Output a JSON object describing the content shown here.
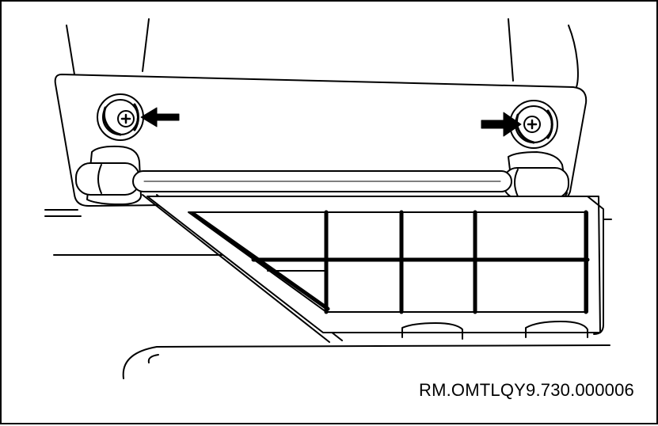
{
  "figure": {
    "reference_code": "RM.OMTLQY9.730.000006"
  },
  "style": {
    "line_color": "#000000",
    "background_color": "#ffffff"
  },
  "callouts": [
    {
      "icon": "arrow-right-icon",
      "target": "left-screw"
    },
    {
      "icon": "arrow-left-icon",
      "target": "right-screw"
    }
  ]
}
